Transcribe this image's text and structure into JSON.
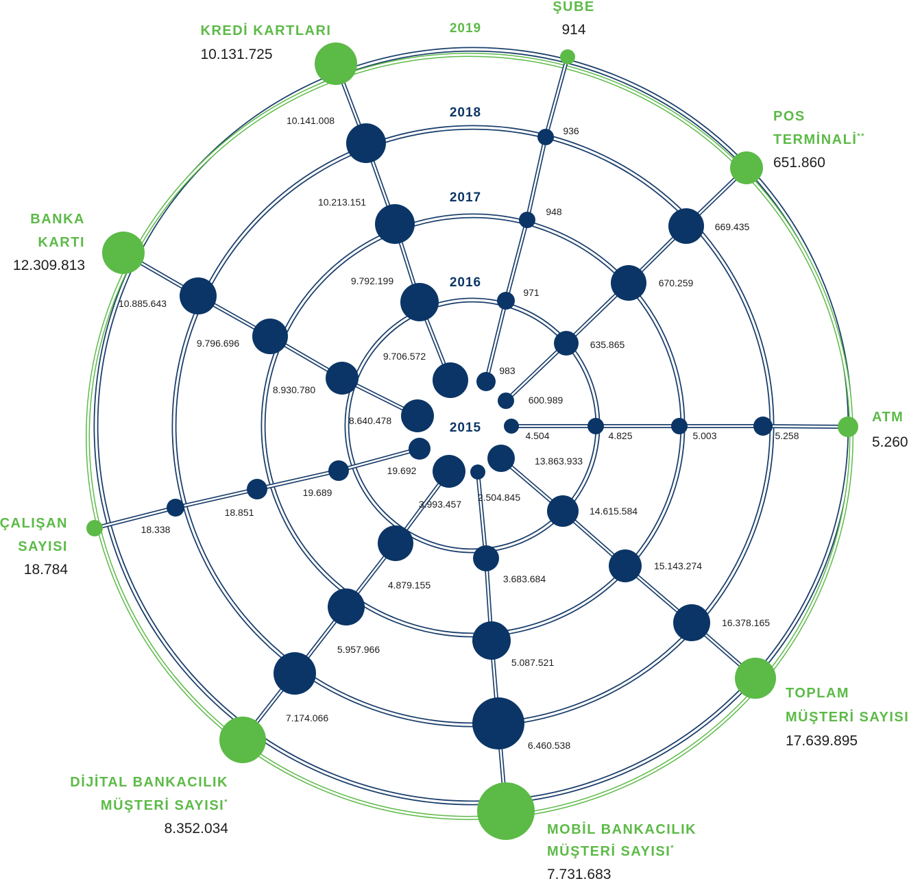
{
  "colors": {
    "navy": "#0b3566",
    "green": "#5cba47",
    "navy_ring": "#1b3f6b",
    "green_ring": "#5cba47"
  },
  "years": [
    "2015",
    "2016",
    "2017",
    "2018",
    "2019"
  ],
  "categories": [
    {
      "id": "atm",
      "title": [
        "ATM"
      ],
      "title_sup": "",
      "values": [
        "4.504",
        "4.825",
        "5.003",
        "5.258",
        "5.260"
      ]
    },
    {
      "id": "pos",
      "title": [
        "POS",
        "TERMİNALİ"
      ],
      "title_sup": "**",
      "values": [
        "600.989",
        "635.865",
        "670.259",
        "669.435",
        "651.860"
      ]
    },
    {
      "id": "sube",
      "title": [
        "ŞUBE"
      ],
      "title_sup": "",
      "values": [
        "983",
        "971",
        "948",
        "936",
        "914"
      ]
    },
    {
      "id": "kredi",
      "title": [
        "KREDİ KARTLARI"
      ],
      "title_sup": "",
      "values": [
        "9.706.572",
        "9.792.199",
        "10.213.151",
        "10.141.008",
        "10.131.725"
      ]
    },
    {
      "id": "banka",
      "title": [
        "BANKA",
        "KARTI"
      ],
      "title_sup": "",
      "values": [
        "8.640.478",
        "8.930.780",
        "9.796.696",
        "10.885.643",
        "12.309.813"
      ]
    },
    {
      "id": "calisan",
      "title": [
        "ÇALIŞAN",
        "SAYISI"
      ],
      "title_sup": "",
      "values": [
        "19.692",
        "19.689",
        "18.851",
        "18.338",
        "18.784"
      ]
    },
    {
      "id": "dijital",
      "title": [
        "DİJİTAL  BANKACILIK",
        "MÜŞTERİ SAYISI"
      ],
      "title_sup": "*",
      "values": [
        "3.993.457",
        "4.879.155",
        "5.957.966",
        "7.174.066",
        "8.352.034"
      ]
    },
    {
      "id": "mobil",
      "title": [
        "MOBİL BANKACILIK",
        "MÜŞTERİ SAYISI"
      ],
      "title_sup": "*",
      "values": [
        "2.504.845",
        "3.683.684",
        "5.087.521",
        "6.460.538",
        "7.731.683"
      ]
    },
    {
      "id": "toplam",
      "title": [
        "TOPLAM",
        "MÜŞTERİ SAYISI"
      ],
      "title_sup": "",
      "values": [
        "13.863.933",
        "14.615.584",
        "15.143.274",
        "16.378.165",
        "17.639.895"
      ]
    }
  ]
}
